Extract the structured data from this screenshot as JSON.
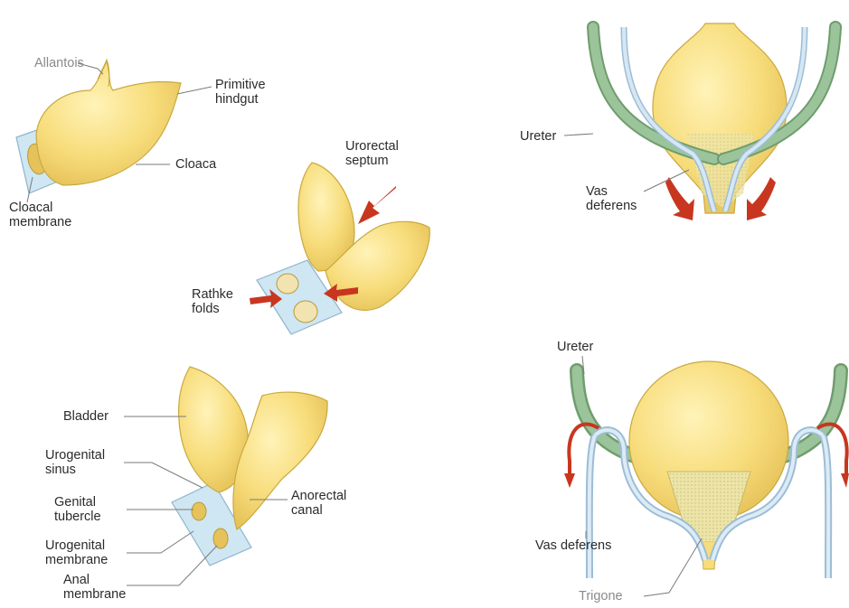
{
  "labels": {
    "allantois": "Allantois",
    "primitive_hindgut": "Primitive\nhindgut",
    "cloaca": "Cloaca",
    "cloacal_membrane": "Cloacal\nmembrane",
    "urorectal_septum": "Urorectal\nseptum",
    "rathke_folds": "Rathke\nfolds",
    "bladder": "Bladder",
    "urogenital_sinus": "Urogenital\nsinus",
    "genital_tubercle": "Genital\ntubercle",
    "urogenital_membrane": "Urogenital\nmembrane",
    "anal_membrane": "Anal\nmembrane",
    "anorectal_canal": "Anorectal\ncanal",
    "ureter_top": "Ureter",
    "vas_deferens_top": "Vas\ndeferens",
    "ureter_bottom": "Ureter",
    "vas_deferens_bottom": "Vas deferens",
    "trigone": "Trigone"
  },
  "colors": {
    "tissue_fill": "#f7dc7a",
    "tissue_stroke": "#c9a93f",
    "membrane_fill": "#cfe6f3",
    "membrane_stroke": "#8fb5cc",
    "ureter_green": "#9cc49a",
    "ureter_green_dark": "#6f9d6e",
    "vas_blue": "#b9d4e8",
    "arrow_red": "#c8361f",
    "trigone_fill": "#e9e0a6",
    "leader_line": "#7a7a7a"
  }
}
